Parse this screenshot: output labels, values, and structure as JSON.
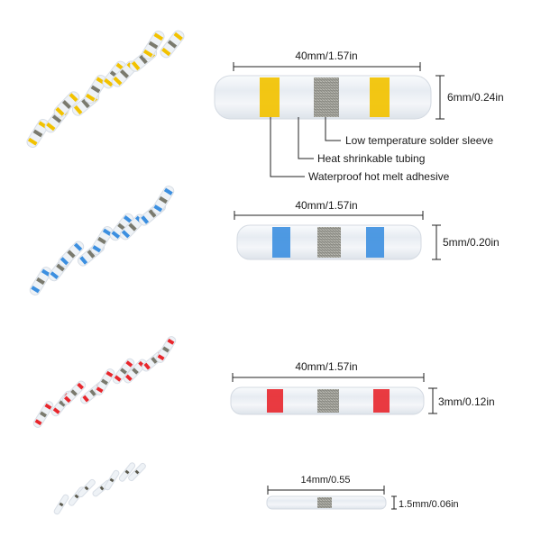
{
  "rows": [
    {
      "id": "yellow",
      "band_color": "#f2c200",
      "length_label": "40mm/1.57in",
      "diameter_label": "6mm/0.24in",
      "callouts": {
        "solder": "Low temperature solder sleeve",
        "tubing": "Heat shrinkable tubing",
        "adhesive": "Waterproof hot melt adhesive"
      }
    },
    {
      "id": "blue",
      "band_color": "#3c8fe0",
      "length_label": "40mm/1.57in",
      "diameter_label": "5mm/0.20in"
    },
    {
      "id": "red",
      "band_color": "#e8262c",
      "length_label": "40mm/1.57in",
      "diameter_label": "3mm/0.12in"
    },
    {
      "id": "clear",
      "band_color": "#dcdcdc",
      "length_label": "14mm/0.55",
      "diameter_label": "1.5mm/0.06in"
    }
  ],
  "colors": {
    "tube": "#eef1f5",
    "solder": "#9a9a92",
    "solder_dark": "#5b5a4e",
    "line": "#222222"
  },
  "icons": {
    "thumb": "connector-cluster-icon"
  }
}
